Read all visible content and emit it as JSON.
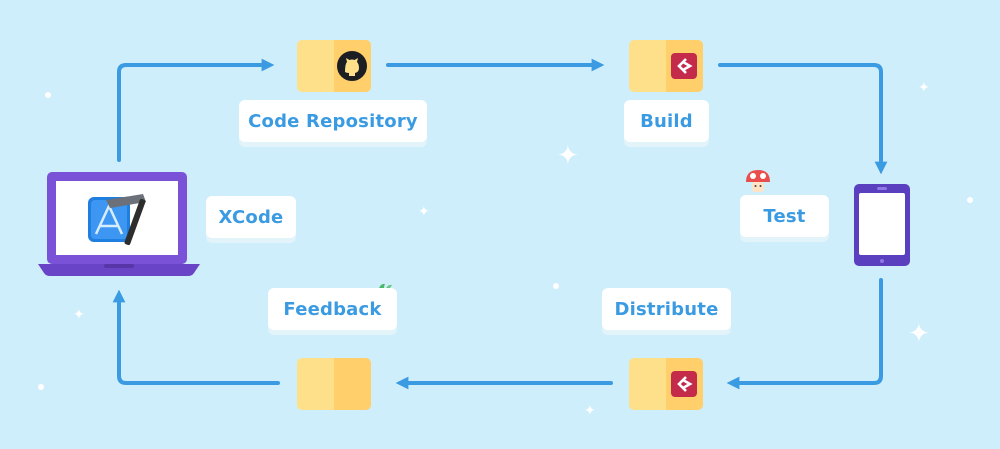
{
  "nodes": {
    "code_repository": {
      "label": "Code Repository",
      "icon": "github-octocat-icon"
    },
    "build": {
      "label": "Build",
      "icon": "visual-studio-appcenter-icon"
    },
    "test": {
      "label": "Test",
      "icon": "mushroom-icon"
    },
    "distribute": {
      "label": "Distribute",
      "icon": "visual-studio-appcenter-icon"
    },
    "feedback": {
      "label": "Feedback",
      "icon": "leaf-icon"
    },
    "xcode": {
      "label": "XCode",
      "icon": "xcode-hammer-icon"
    }
  },
  "devices": {
    "laptop": {
      "icon": "laptop-icon"
    },
    "tablet": {
      "icon": "tablet-icon"
    }
  },
  "colors": {
    "background": "#cfeefb",
    "arrow": "#3a9be3",
    "label_text": "#3a9be3",
    "tile_light": "#ffe08a",
    "tile_dark": "#fecf6a",
    "device_purple": "#7a52d8",
    "appcenter_red": "#c42b4b"
  },
  "edges": [
    {
      "from": "xcode",
      "to": "code_repository"
    },
    {
      "from": "code_repository",
      "to": "build"
    },
    {
      "from": "build",
      "to": "test"
    },
    {
      "from": "test",
      "to": "distribute"
    },
    {
      "from": "distribute",
      "to": "feedback"
    },
    {
      "from": "feedback",
      "to": "xcode"
    }
  ]
}
